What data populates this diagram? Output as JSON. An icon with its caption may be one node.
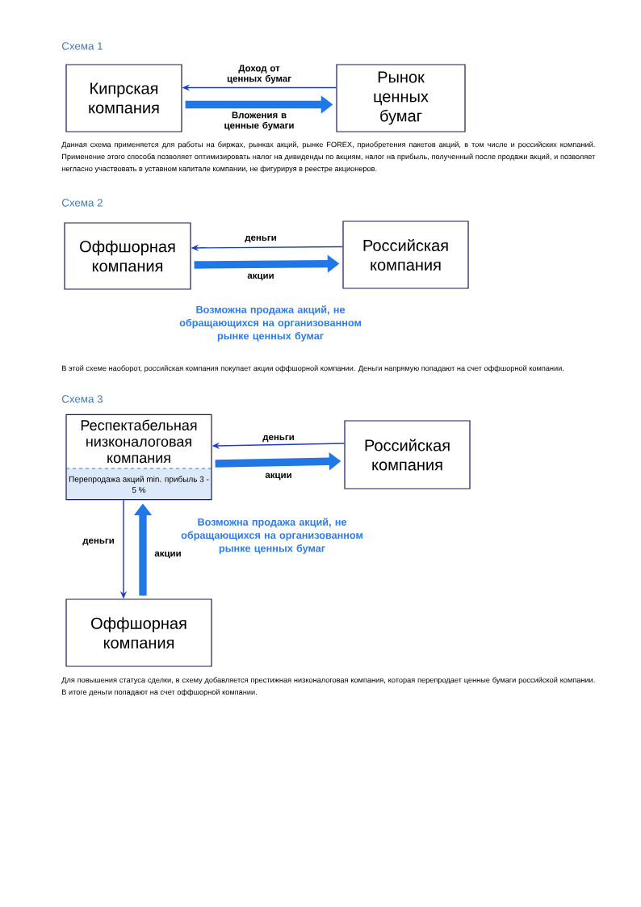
{
  "diagram": {
    "nodes": [
      {
        "text": [
          "Кипрская компания"
        ]
      },
      {
        "text": [
          "Рынок ценных бумаг"
        ]
      },
      {
        "text": [
          "Оффшорная компания"
        ]
      },
      {
        "text": [
          "Российская компания"
        ]
      },
      {
        "text": [
          "Респектабельная низконалоговая компания",
          "Перепродажа акций min. прибыль 3 - 5 %"
        ]
      },
      {
        "text": [
          "Российская компания"
        ]
      },
      {
        "text": [
          "Оффшорная компания"
        ]
      }
    ],
    "edges": [
      {
        "from": 1,
        "to": 0,
        "arrow": "to",
        "label": "Доход от ценных бумаг"
      },
      {
        "from": 0,
        "to": 1,
        "arrow": "to",
        "label": "Вложения в ценные бумаги",
        "style": "thick"
      },
      {
        "from": 3,
        "to": 2,
        "arrow": "to",
        "label": "деньги"
      },
      {
        "from": 2,
        "to": 3,
        "arrow": "to",
        "label": "акции",
        "style": "thick"
      },
      {
        "from": 5,
        "to": 4,
        "arrow": "to",
        "label": "деньги"
      },
      {
        "from": 4,
        "to": 5,
        "arrow": "to",
        "label": "акции",
        "style": "thick"
      },
      {
        "from": 4,
        "to": 6,
        "arrow": "to",
        "label": "деньги"
      },
      {
        "from": 6,
        "to": 4,
        "arrow": "to",
        "label": "акции",
        "style": "thick"
      }
    ],
    "labels": [
      "Схема 1",
      "Данная схема применяется для работы на биржах, рынках акций, рынке FOREX, приобретения пакетов акций, в том числе и российских компаний. Применение этого способа позволяет оптимизировать налог на дивиденды по акциям, налог на прибыль, полученный после продажи акций, и позволяет негласно участвовать в уставном капитале компании, не фигурируя в реестре акционеров.",
      "Схема 2",
      "Возможна продажа акций, не обращающихся на организованном рынке ценных бумаг",
      "В этой схеме наоборот, российская компания покупает акции оффшорной компании. Деньги напрямую попадают на счет оффшорной компании.",
      "Схема 3",
      "Возможна продажа акций, не обращающихся на организованном рынке ценных бумаг",
      "Для повышения статуса сделки, в схему добавляется престижная низконалоговая компания, которая перепродает ценные бумаги российской компании. В итоге деньги попадают на счет оффшорной компании."
    ]
  }
}
